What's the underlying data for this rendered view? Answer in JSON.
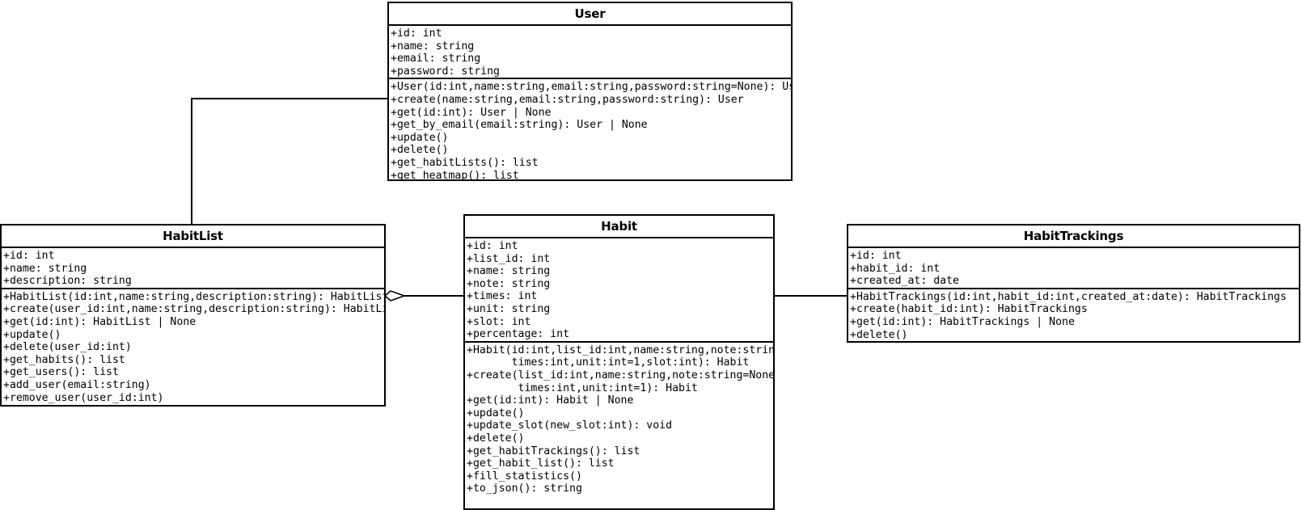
{
  "diagram": {
    "kind": "uml-class-diagram",
    "background": "#ffffff",
    "line_color": "#000000"
  },
  "classes": {
    "user": {
      "name": "User",
      "attributes": [
        "+id: int",
        "+name: string",
        "+email: string",
        "+password: string"
      ],
      "operations": [
        "+User(id:int,name:string,email:string,password:string=None): User",
        "+create(name:string,email:string,password:string): User",
        "+get(id:int): User | None",
        "+get_by_email(email:string): User | None",
        "+update()",
        "+delete()",
        "+get_habitLists(): list",
        "+get_heatmap(): list"
      ]
    },
    "habitlist": {
      "name": "HabitList",
      "attributes": [
        "+id: int",
        "+name: string",
        "+description: string"
      ],
      "operations": [
        "+HabitList(id:int,name:string,description:string): HabitList",
        "+create(user_id:int,name:string,description:string): HabitList",
        "+get(id:int): HabitList | None",
        "+update()",
        "+delete(user_id:int)",
        "+get_habits(): list",
        "+get_users(): list",
        "+add_user(email:string)",
        "+remove_user(user_id:int)"
      ]
    },
    "habit": {
      "name": "Habit",
      "attributes": [
        "+id: int",
        "+list_id: int",
        "+name: string",
        "+note: string",
        "+times: int",
        "+unit: string",
        "+slot: int",
        "+percentage: int"
      ],
      "operations": [
        "+Habit(id:int,list_id:int,name:string,note:string,",
        "       times:int,unit:int=1,slot:int): Habit",
        "+create(list_id:int,name:string,note:string=None,",
        "        times:int,unit:int=1): Habit",
        "+get(id:int): Habit | None",
        "+update()",
        "+update_slot(new_slot:int): void",
        "+delete()",
        "+get_habitTrackings(): list",
        "+get_habit_list(): list",
        "+fill_statistics()",
        "+to_json(): string"
      ]
    },
    "habittrackings": {
      "name": "HabitTrackings",
      "attributes": [
        "+id: int",
        "+habit_id: int",
        "+created_at: date"
      ],
      "operations": [
        "+HabitTrackings(id:int,habit_id:int,created_at:date): HabitTrackings",
        "+create(habit_id:int): HabitTrackings",
        "+get(id:int): HabitTrackings | None",
        "+delete()"
      ]
    }
  },
  "relationships": [
    {
      "name": "user-to-habitlist",
      "from": "User",
      "to": "HabitList",
      "type": "association"
    },
    {
      "name": "habitlist-to-habit",
      "from": "HabitList",
      "to": "Habit",
      "type": "aggregation"
    },
    {
      "name": "habit-to-habittrackings",
      "from": "Habit",
      "to": "HabitTrackings",
      "type": "association"
    }
  ]
}
